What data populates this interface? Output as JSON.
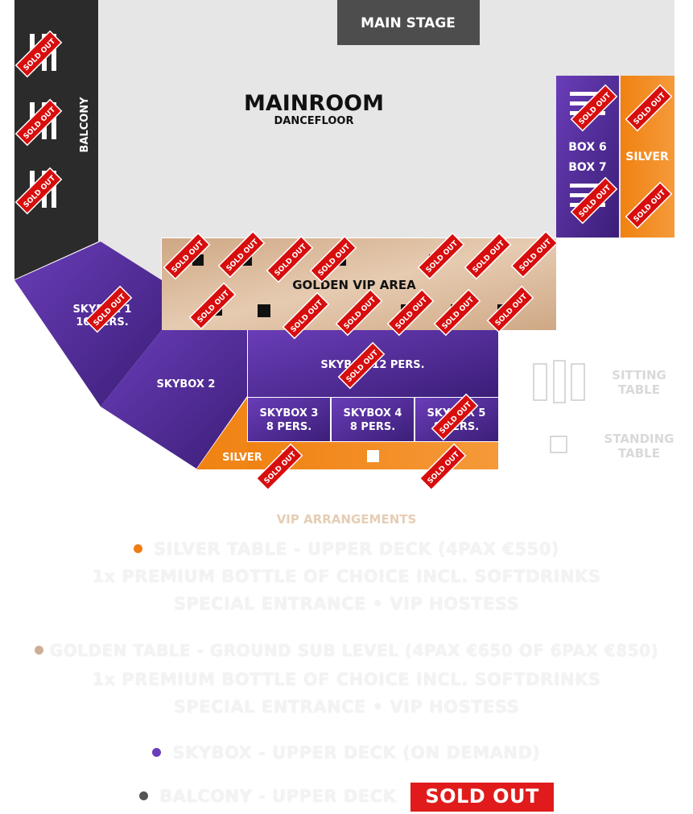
{
  "stage": {
    "label": "MAIN STAGE"
  },
  "mainroom": {
    "title": "MAINROOM",
    "subtitle": "DANCEFLOOR"
  },
  "areas": {
    "balcony": "BALCONY",
    "box6": "BOX 6",
    "box7": "BOX 7",
    "silver_right": "SILVER",
    "golden_vip": "GOLDEN VIP AREA",
    "skybox1_l1": "SKYBOX 1",
    "skybox1_l2": "10 PERS.",
    "skybox2": "SKYBOX 2",
    "skybox_main": "SKYBOX 12 PERS.",
    "skybox3_l1": "SKYBOX 3",
    "skybox3_l2": "8 PERS.",
    "skybox4_l1": "SKYBOX 4",
    "skybox4_l2": "8 PERS.",
    "skybox5_l1": "SKYBOX 5",
    "skybox5_l2": "8 PERS.",
    "silver_bottom": "SILVER"
  },
  "key": {
    "sitting_l1": "SITTING",
    "sitting_l2": "TABLE",
    "standing_l1": "STANDING",
    "standing_l2": "TABLE"
  },
  "sold_out_stamp": "SOLD OUT",
  "colors": {
    "stage": "#4d4d4d",
    "floor": "#e6e6e6",
    "balcony": "#2b2b2b",
    "skybox": "#4b2b8c",
    "silver": "#f07d12",
    "golden": "#d6b597",
    "stamp": "#d80d0d"
  },
  "legend": {
    "title": "VIP ARRANGEMENTS",
    "silver": {
      "dot_color": "#f07d12",
      "line1": "SILVER TABLE - UPPER DECK (4PAX €550)",
      "line2": "1x PREMIUM BOTTLE OF CHOICE INCL. SOFTDRINKS",
      "line3": "SPECIAL ENTRANCE • VIP HOSTESS"
    },
    "golden": {
      "dot_color": "#cfae95",
      "line1": "GOLDEN TABLE - GROUND SUB LEVEL (4PAX €650 OF 6PAX €850)",
      "line2": "1x PREMIUM BOTTLE OF CHOICE INCL. SOFTDRINKS",
      "line3": "SPECIAL ENTRANCE • VIP HOSTESS"
    },
    "skybox": {
      "dot_color": "#6a3db8",
      "line1": "SKYBOX - UPPER DECK (ON DEMAND)"
    },
    "balcony": {
      "dot_color": "#555555",
      "line1": "BALCONY - UPPER DECK",
      "sold_out": "SOLD OUT"
    }
  }
}
